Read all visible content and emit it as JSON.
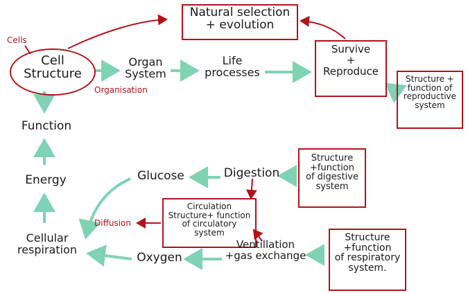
{
  "colors": {
    "arrow_green": "#7fd3b4",
    "arrow_red": "#b3121a",
    "ink": "#1a1a1a",
    "red_text": "#b3121a"
  },
  "nodes": {
    "natural_selection": "Natural selection\n+ evolution",
    "cell_structure": "Cell\nStructure",
    "organ_system": "Organ\nSystem",
    "life_processes": "Life\nprocesses",
    "survive_reproduce": "Survive\n+\nReproduce",
    "reproductive_system": "Structure +\nfunction of\nreproductive\nsystem",
    "function": "Function",
    "energy": "Energy",
    "cellular_respiration": "Cellular\nrespiration",
    "glucose": "Glucose",
    "digestion": "Digestion",
    "digestive_system": "Structure\n+function\nof digestive\nsystem",
    "circulation": "Circulation\nStructure+ function\nof circulatory\nsystem",
    "oxygen": "Oxygen",
    "ventilation": "Ventillation\n+gas exchange",
    "respiratory_system": "Structure\n+function\nof respiratory\nsystem."
  },
  "labels": {
    "cells": "Cells",
    "organisation": "Organisation",
    "diffusion": "Diffusion"
  }
}
